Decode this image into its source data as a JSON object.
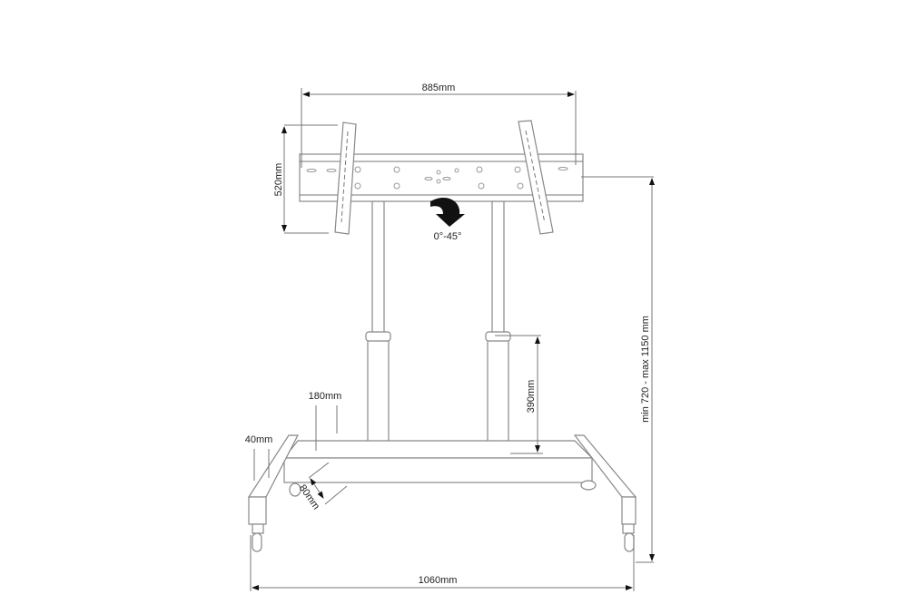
{
  "title": "Mobile TV stand dimension drawing",
  "dimensions": {
    "mount_width": "885mm",
    "mount_height": "520mm",
    "tilt": "0°-45°",
    "total_height": "min 720 - max 1150 mm",
    "pole_extension": "390mm",
    "base_depth": "180mm",
    "leg_width": "40mm",
    "beam_height": "80mm",
    "base_width": "1060mm"
  },
  "colors": {
    "line": "#777777",
    "arrow": "#111111"
  }
}
